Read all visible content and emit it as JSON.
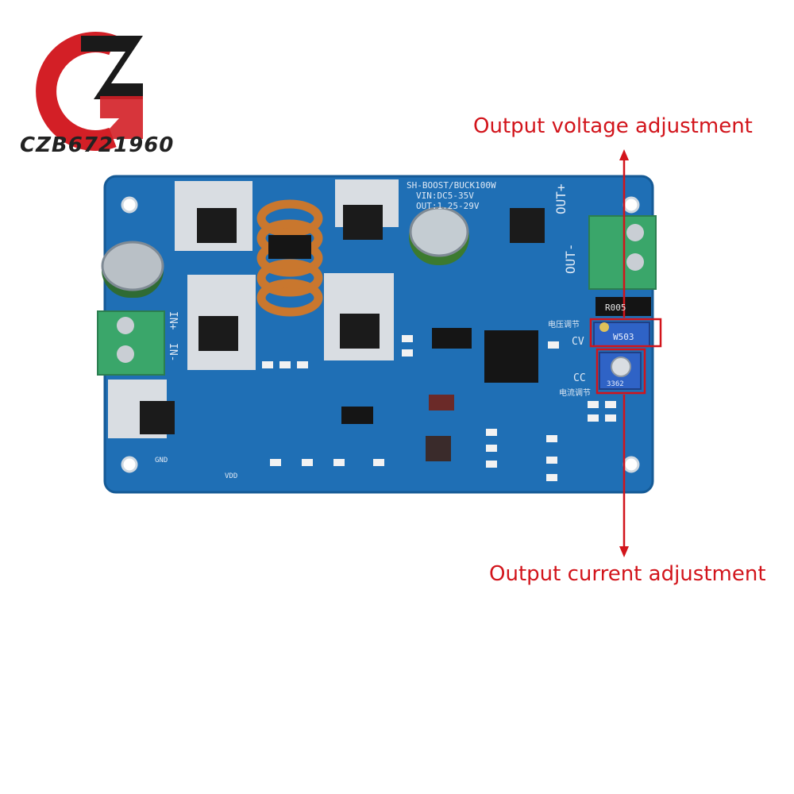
{
  "logo": {
    "icon": "cz-logo-icon",
    "text": "CZB6721960"
  },
  "callouts": {
    "voltage": "Output voltage adjustment",
    "current": "Output current adjustment"
  },
  "board": {
    "model": "SH-BOOST/BUCK100W",
    "vin": "VIN:DC5-35V",
    "vout": "OUT:1.25-29V",
    "out_plus": "OUT+",
    "out_minus": "OUT-",
    "in_plus": "IN+",
    "in_minus": "IN-",
    "cv_cn": "电压调节",
    "cv": "CV",
    "cc": "CC",
    "cc_cn": "电流调节",
    "pot_voltage": "W503",
    "pot_current": "3362",
    "resistor": "R005",
    "gnd": "GND",
    "vdd": "VDD"
  },
  "colors": {
    "pcb": "#1f6fb5",
    "pcb_dark": "#17599a",
    "callout_red": "#d2141b",
    "terminal_green": "#3aa66a"
  }
}
